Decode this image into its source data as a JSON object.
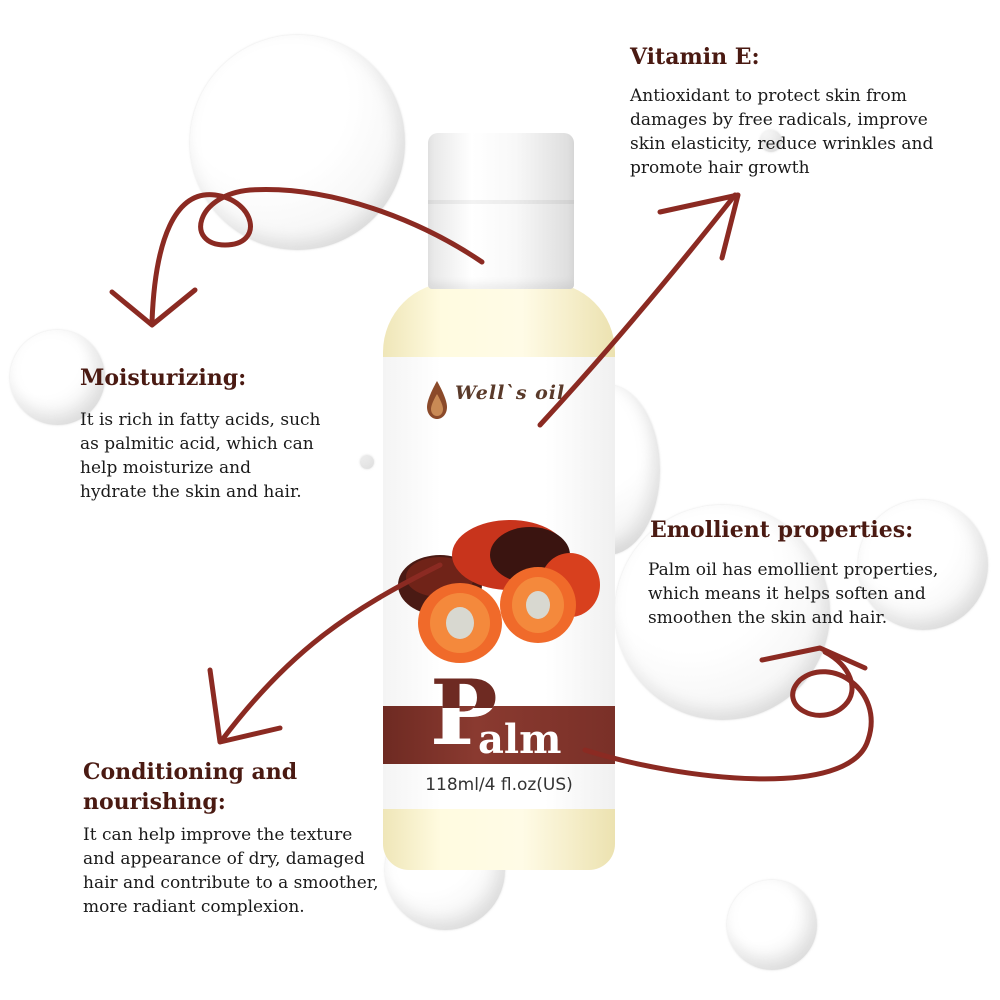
{
  "brand": {
    "name": "Well`s oil",
    "product": "Palm",
    "product_first_letter": "P",
    "product_rest": "alm",
    "volume": "118ml/4 fl.oz(US)"
  },
  "colors": {
    "heading": "#4a1a12",
    "arrow": "#8b2a22",
    "band": "#7a3028"
  },
  "features": {
    "vitamin_e": {
      "title": "Vitamin E:",
      "lines": [
        "Antioxidant to protect skin from",
        "damages by free radicals, improve",
        "skin elasticity, reduce wrinkles and",
        "promote hair growth"
      ]
    },
    "moisturizing": {
      "title": "Moisturizing:",
      "lines": [
        "It is rich in fatty acids, such",
        "as palmitic acid, which can",
        "help moisturize and",
        "hydrate the skin and hair."
      ]
    },
    "emollient": {
      "title": "Emollient properties:",
      "lines": [
        "Palm oil has emollient properties,",
        "which means it helps soften and",
        "smoothen the skin and hair."
      ]
    },
    "conditioning": {
      "title_lines": [
        "Conditioning and",
        "nourishing:"
      ],
      "lines": [
        "It can help improve the texture",
        "and appearance of dry, damaged",
        "hair and contribute to a smoother,",
        "more radiant complexion."
      ]
    }
  },
  "icons": {
    "drop": "oil-drop-icon",
    "fruit": "palm-fruit-icon"
  }
}
